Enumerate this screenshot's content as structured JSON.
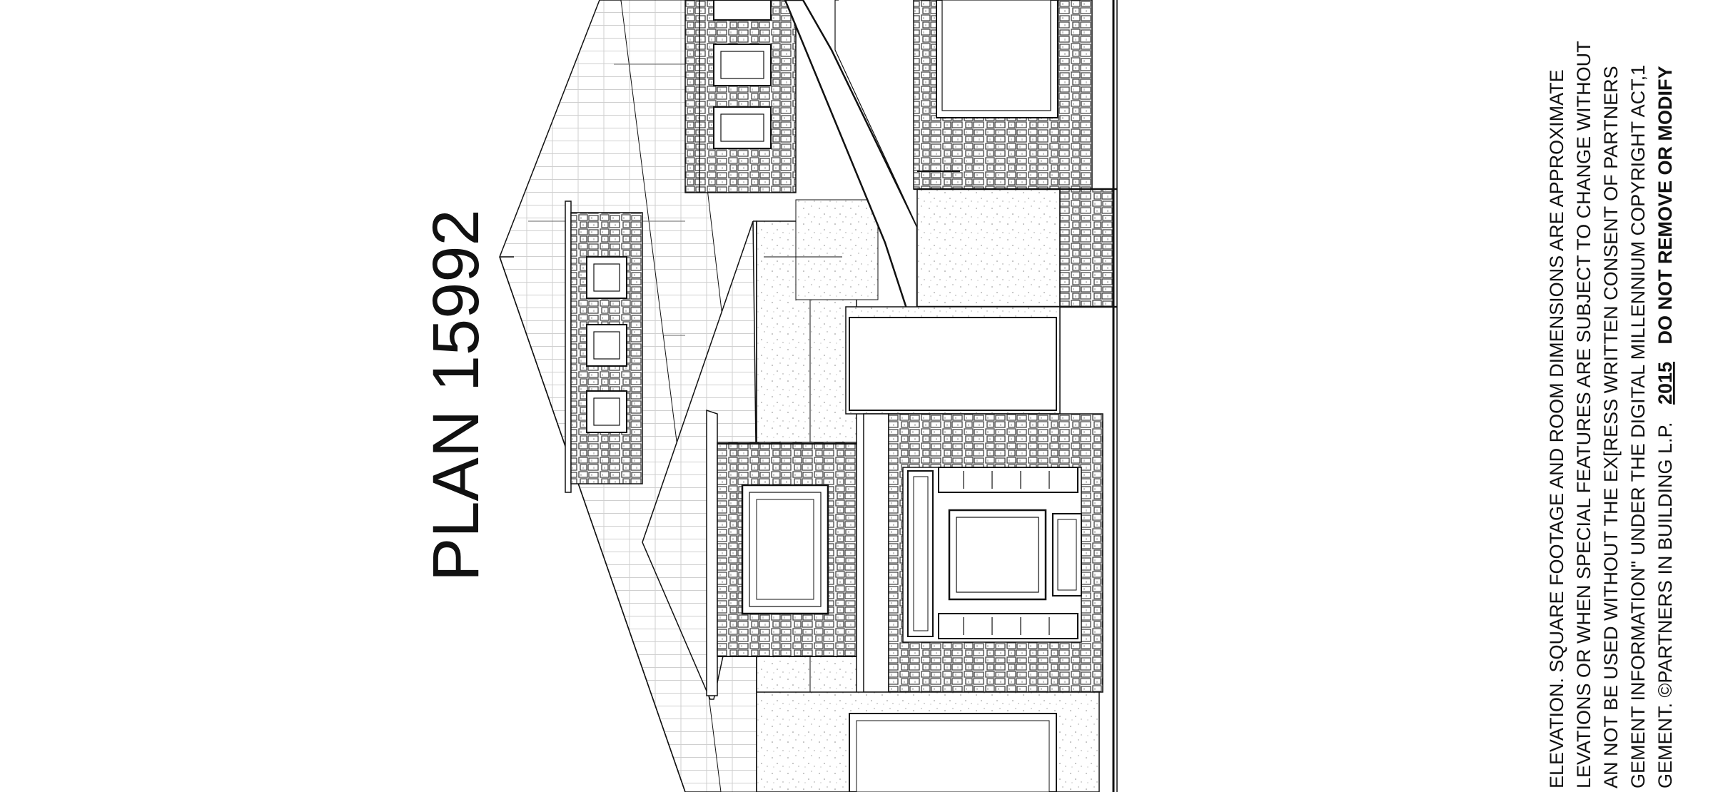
{
  "plan_title": "PLAN 15992",
  "notes": {
    "line1": "ELEVATION.  SQUARE FOOTAGE AND ROOM DIMENSIONS ARE APPROXIMATE",
    "line2": "LEVATIONS OR  WHEN SPECIAL FEATURES ARE SUBJECT TO CHANGE WITHOUT",
    "line3": "AN NOT BE USED WITHOUT THE EX[RESS WRITTEN CONSENT OF PARTNERS",
    "line4": "GEMENT INFORMATION\" UNDER THE DIGITAL MILLENNIUM COPYRIGHT ACT,1",
    "line5_a": "GEMENT.  ©PARTNERS IN BUILDING L.P.",
    "line5_year": "2015",
    "line5_b": "DO NOT REMOVE OR MODIFY"
  },
  "colors": {
    "line": "#111111",
    "hatch": "#8a8a8a",
    "stone": "#555555",
    "paper": "#ffffff"
  }
}
